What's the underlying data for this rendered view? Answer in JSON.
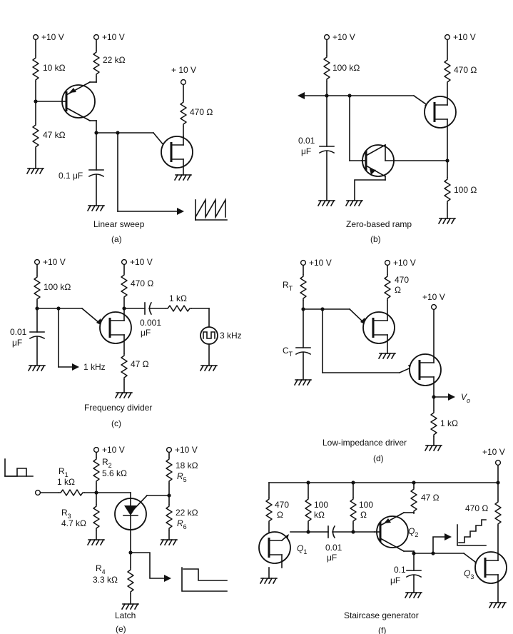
{
  "panels": {
    "a": {
      "caption": "Linear sweep",
      "tag": "(a)",
      "labels": {
        "v1": "+10 V",
        "v2": "+10 V",
        "v3": "+ 10 V",
        "r_top": "10 kΩ",
        "r_emit": "22 kΩ",
        "r_bot": "47 kΩ",
        "r_load": "470 Ω",
        "cap": "0.1 μF"
      }
    },
    "b": {
      "caption": "Zero-based ramp",
      "tag": "(b)",
      "labels": {
        "v1": "+10 V",
        "v2": "+10 V",
        "r_top": "100 kΩ",
        "r_b1": "470 Ω",
        "r_b2": "100 Ω",
        "cap_val": "0.01",
        "cap_unit": "μF"
      }
    },
    "c": {
      "caption": "Frequency divider",
      "tag": "(c)",
      "labels": {
        "v1": "+10 V",
        "v2": "+10 V",
        "r_top": "100 kΩ",
        "r_b2": "470 Ω",
        "r_b1": "47 Ω",
        "r_ser": "1 kΩ",
        "cap_val": "0.01",
        "cap_unit": "μF",
        "cc_val": "0.001",
        "cc_unit": "μF",
        "out": "1 kHz",
        "src": "3 kHz"
      }
    },
    "d": {
      "caption": "Low-impedance driver",
      "tag": "(d)",
      "labels": {
        "v1": "+10 V",
        "v2": "+10 V",
        "v3": "+10 V",
        "rt": "R",
        "rt_sub": "T",
        "ct": "C",
        "ct_sub": "T",
        "r470a": "470",
        "r470b": "Ω",
        "r_load": "1 kΩ",
        "vo": "V",
        "vo_sub": "o"
      }
    },
    "e": {
      "caption": "Latch",
      "tag": "(e)",
      "labels": {
        "v1": "+10 V",
        "v2": "+10 V",
        "r1": "R",
        "r1_sub": "1",
        "r1_val": "1 kΩ",
        "r2": "R",
        "r2_sub": "2",
        "r2_val": "5.6 kΩ",
        "r3": "R",
        "r3_sub": "3",
        "r3_val": "4.7 kΩ",
        "r4": "R",
        "r4_sub": "4",
        "r4_val": "3.3 kΩ",
        "r5": "R",
        "r5_sub": "5",
        "r5_val": "18 kΩ",
        "r6": "R",
        "r6_sub": "6",
        "r6_val": "22 kΩ"
      }
    },
    "f": {
      "caption": "Staircase generator",
      "tag": "(f)",
      "labels": {
        "v1": "+10 V",
        "r470a": "470",
        "r470b": "Ω",
        "r100ka": "100",
        "r100kb": "kΩ",
        "r100a": "100",
        "r100b": "Ω",
        "r47": "47 Ω",
        "r470r": "470 Ω",
        "c1_val": "0.01",
        "c1_unit": "μF",
        "c2_val": "0.1",
        "c2_unit": "μF",
        "q1": "Q",
        "q1_sub": "1",
        "q2": "Q",
        "q2_sub": "2",
        "q3": "Q",
        "q3_sub": "3"
      }
    }
  }
}
